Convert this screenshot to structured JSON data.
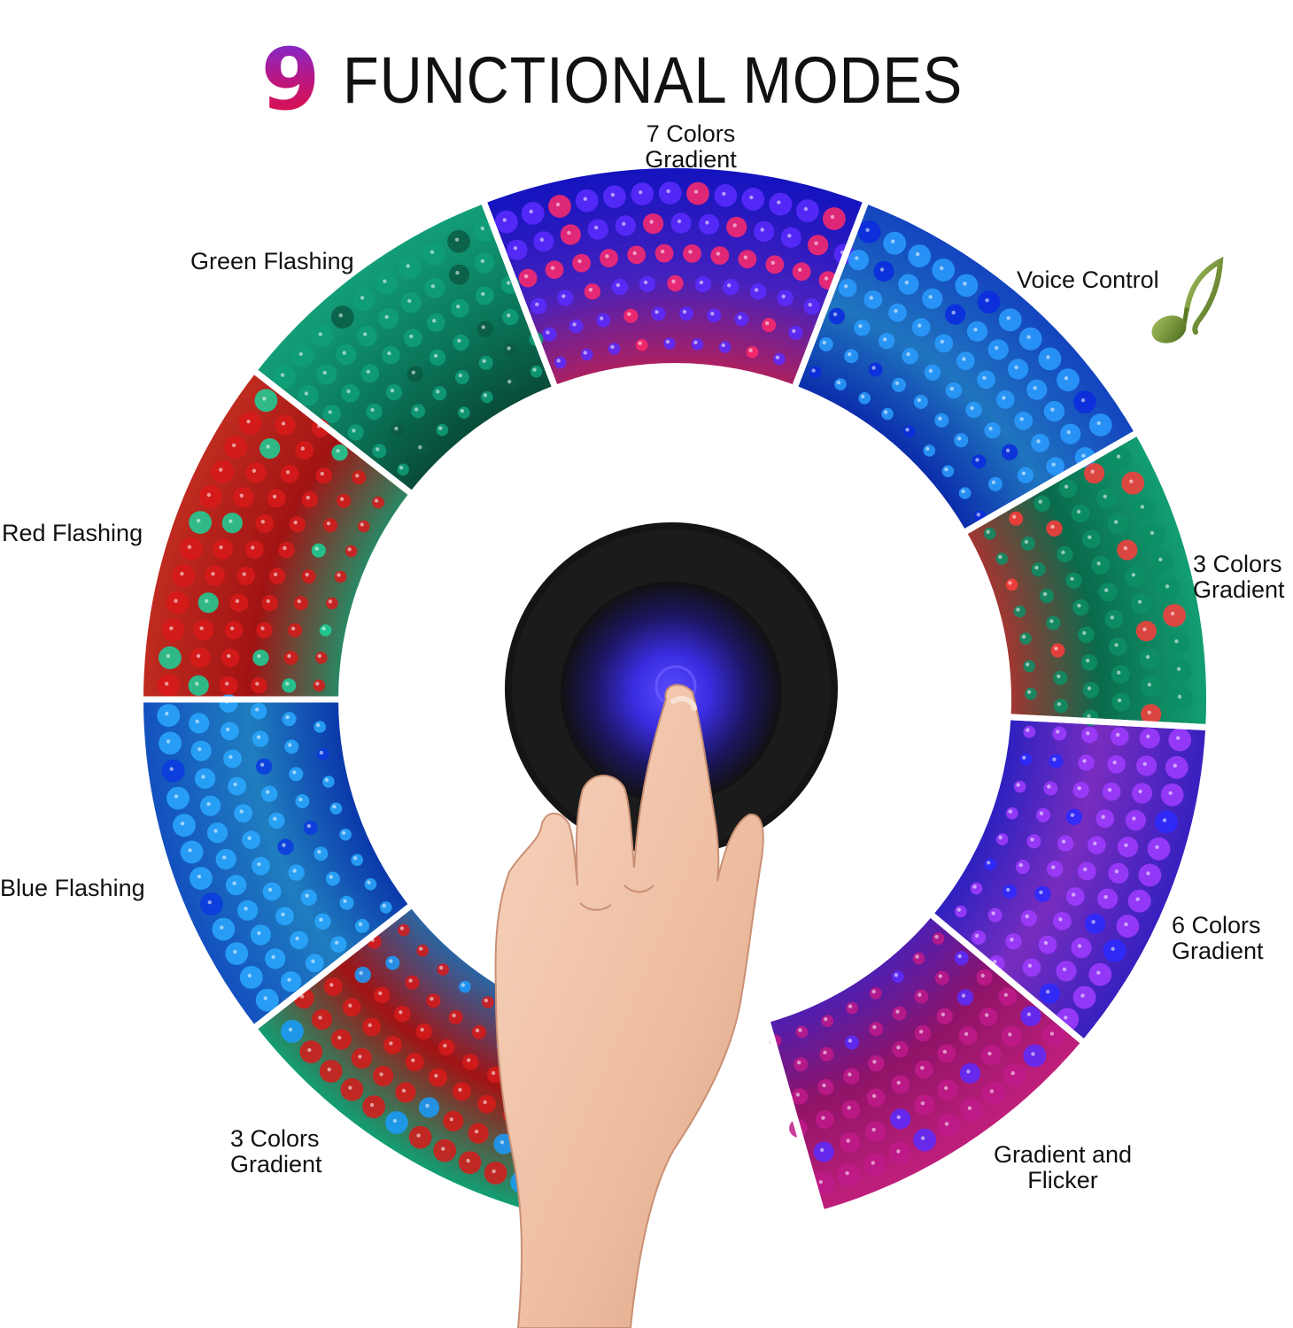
{
  "title": {
    "number": "9",
    "text": "FUNCTIONAL MODES"
  },
  "modes": [
    {
      "label": "7 Colors\nGradient",
      "colors": [
        "#1a1aff",
        "#5a2cff",
        "#ff2a6a"
      ]
    },
    {
      "label": "Voice Control",
      "colors": [
        "#1a5cff",
        "#2a9cff",
        "#0a2adf"
      ]
    },
    {
      "label": "3 Colors\nGradient",
      "colors": [
        "#19d39a",
        "#0d8f66",
        "#ff3b3b"
      ]
    },
    {
      "label": "6 Colors\nGradient",
      "colors": [
        "#4a2cff",
        "#a03cff",
        "#2a2aff"
      ]
    },
    {
      "label": "Gradient and\nFlicker",
      "colors": [
        "#ff2aa5",
        "#c01a8a",
        "#5a2cff"
      ]
    },
    {
      "label": "3 Colors\nGradient",
      "colors": [
        "#19d39a",
        "#d81a1a",
        "#1a9cff"
      ]
    },
    {
      "label": "Blue Flashing",
      "colors": [
        "#1a6cff",
        "#2aa8ff",
        "#0a3adf"
      ]
    },
    {
      "label": "Red Flashing",
      "colors": [
        "#ff3a2a",
        "#d81a1a",
        "#19d39a"
      ]
    },
    {
      "label": "Green Flashing",
      "colors": [
        "#19d3a0",
        "#0f9f78",
        "#0a5a44"
      ]
    }
  ],
  "icons": {
    "music_note": "music-note-icon",
    "touch_button": "touch-button-icon",
    "hand": "pointing-hand-icon"
  },
  "colors": {
    "title_gradient": [
      "#7a2bd6",
      "#c0157a",
      "#e0103f"
    ],
    "button_glow": "#3a2cff",
    "note_green": "#6a8a2a"
  }
}
